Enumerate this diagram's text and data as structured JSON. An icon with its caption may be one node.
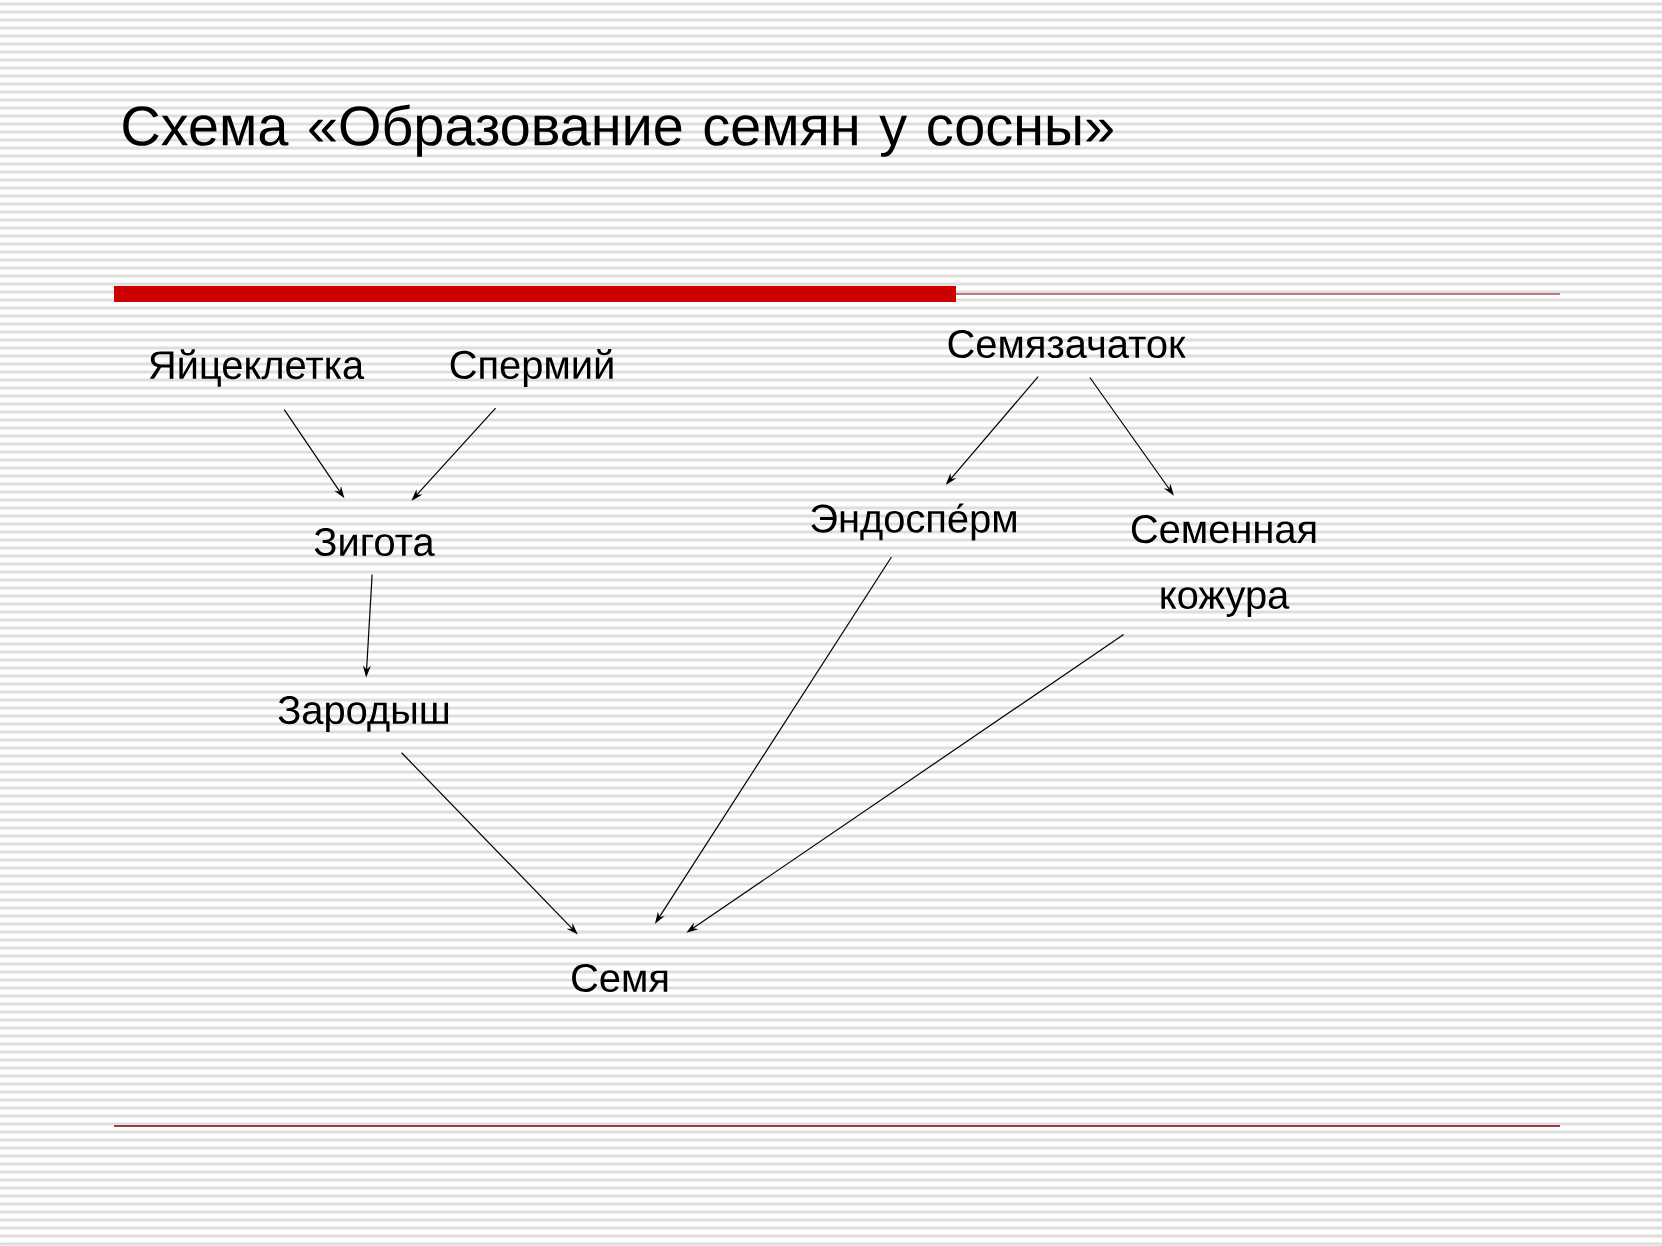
{
  "diagram": {
    "title": "Схема «Образование семян у сосны»",
    "nodes": [
      {
        "text": [
          "Яйцеклетка"
        ]
      },
      {
        "text": [
          "Спермий"
        ]
      },
      {
        "text": [
          "Семязачаток"
        ]
      },
      {
        "text": [
          "Зигота"
        ]
      },
      {
        "text": [
          "Эндоспе́рм"
        ]
      },
      {
        "text": [
          "Семенная кожура"
        ]
      },
      {
        "text": [
          "Зародыш"
        ]
      },
      {
        "text": [
          "Семя"
        ]
      }
    ],
    "edges": [
      {
        "from": 0,
        "to": 3,
        "arrow": "to"
      },
      {
        "from": 1,
        "to": 3,
        "arrow": "to"
      },
      {
        "from": 2,
        "to": 4,
        "arrow": "to"
      },
      {
        "from": 2,
        "to": 5,
        "arrow": "to"
      },
      {
        "from": 3,
        "to": 6,
        "arrow": "to"
      },
      {
        "from": 6,
        "to": 7,
        "arrow": "to"
      },
      {
        "from": 4,
        "to": 7,
        "arrow": "to"
      },
      {
        "from": 5,
        "to": 7,
        "arrow": "to"
      }
    ]
  }
}
